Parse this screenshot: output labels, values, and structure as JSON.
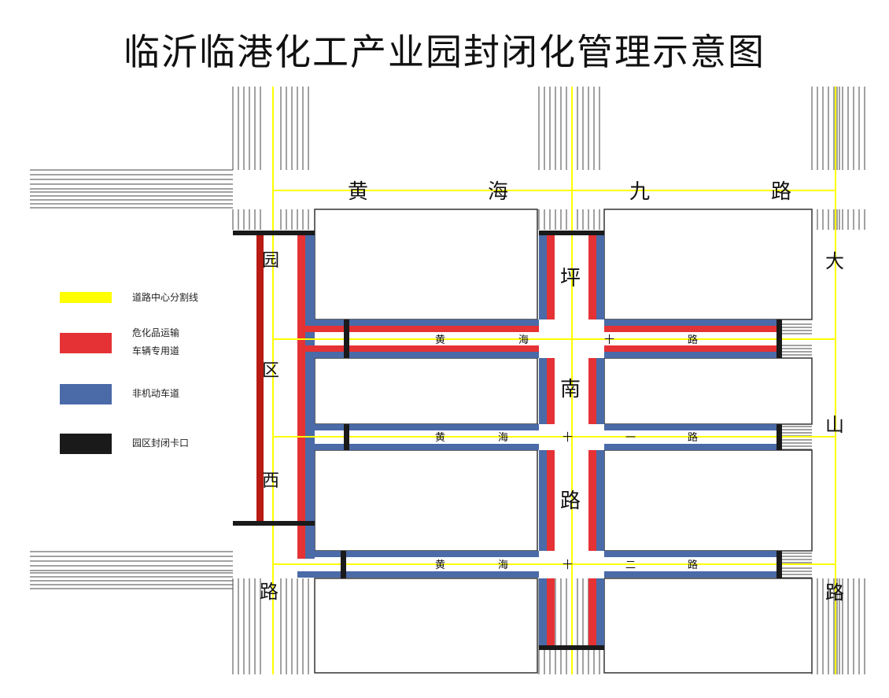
{
  "title": "临沂临港化工产业园封闭化管理示意图",
  "colors": {
    "centerline": "#ffff00",
    "hazmat_lane": "#e53235",
    "nonmotor_lane": "#4a6aa8",
    "checkpoint": "#1a1a1a",
    "west_bar": "#b81a14",
    "road_edge": "#333333"
  },
  "legend": [
    {
      "label": "道路中心分割线",
      "color_key": "centerline"
    },
    {
      "label": "危化品运输车辆专用道",
      "line1": "危化品运输",
      "line2": "车辆专用道",
      "color_key": "hazmat_lane"
    },
    {
      "label": "非机动车道",
      "color_key": "nonmotor_lane"
    },
    {
      "label": "园区封闭卡口",
      "color_key": "checkpoint"
    }
  ],
  "roads": {
    "huanghai_9": [
      "黄",
      "海",
      "九",
      "路"
    ],
    "huanghai_10": [
      "黄",
      "海",
      "十",
      "路"
    ],
    "huanghai_11": [
      "黄",
      "海",
      "十",
      "一",
      "路"
    ],
    "huanghai_12": [
      "黄",
      "海",
      "十",
      "二",
      "路"
    ],
    "yuanqu_west": [
      "园",
      "区",
      "西",
      "路"
    ],
    "pingnan": [
      "坪",
      "南",
      "路"
    ],
    "dashan": [
      "大",
      "山",
      "路"
    ]
  }
}
